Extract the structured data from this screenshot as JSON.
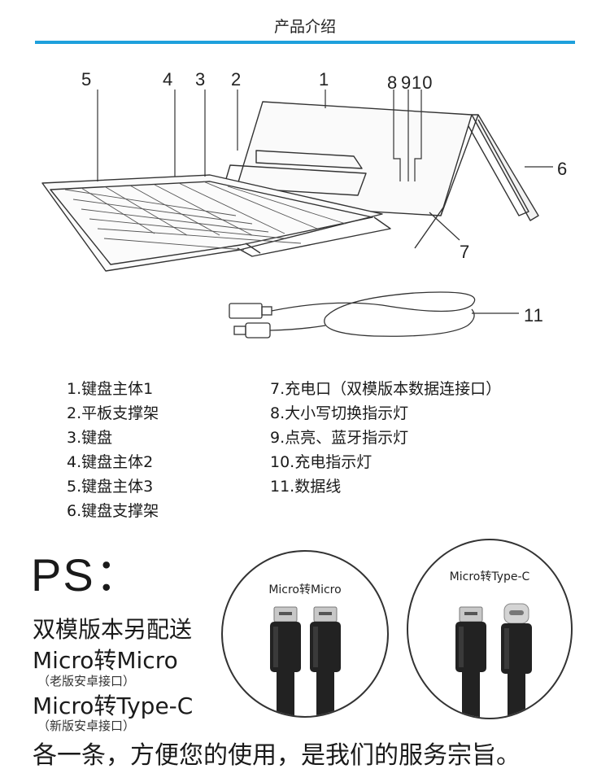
{
  "header": {
    "title": "产品介绍",
    "rule_color": "#1ea0dc"
  },
  "diagram": {
    "callouts": [
      "5",
      "4",
      "3",
      "2",
      "1",
      "8",
      "9",
      "10",
      "6",
      "7",
      "11"
    ]
  },
  "parts_list": {
    "left": [
      "1.键盘主体1",
      "2.平板支撑架",
      "3.键盘",
      "4.键盘主体2",
      "5.键盘主体3",
      "6.键盘支撑架"
    ],
    "right": [
      "7.充电口（双模版本数据连接口）",
      "8.大小写切换指示灯",
      "9.点亮、蓝牙指示灯",
      "10.充电指示灯",
      "11.数据线"
    ]
  },
  "ps": {
    "heading": "PS：",
    "line1": "双模版本另配送",
    "line2": "Micro转Micro",
    "note2": "（老版安卓接口）",
    "line3": "Micro转Type-C",
    "note3": "（新版安卓接口）",
    "closing": "各一条，方便您的使用，是我们的服务宗旨。"
  },
  "adapters": {
    "left_label": "Micro转Micro",
    "right_label": "Micro转Type-C"
  }
}
